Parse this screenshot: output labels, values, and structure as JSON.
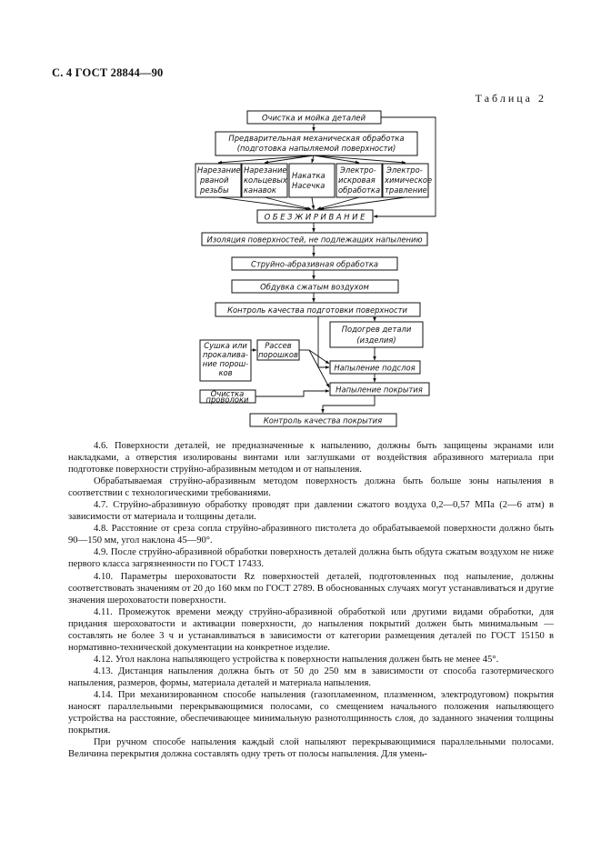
{
  "header": {
    "page_ref": "С. 4 ГОСТ 28844—90",
    "table_label": "Таблица 2"
  },
  "diagram": {
    "cleaning": "Очистка и мойка деталей",
    "premachining": [
      "Предварительная механическая обработка",
      "(подготовка напыляемой поверхности)"
    ],
    "op1": [
      "Нарезание",
      "рваной",
      "резьбы"
    ],
    "op2": [
      "Нарезание",
      "кольцевых",
      "канавок"
    ],
    "op3": [
      "Накатка",
      "Насечка"
    ],
    "op4": [
      "Электро-",
      "искровая",
      "обработка"
    ],
    "op5": [
      "Электро-",
      "химическое",
      "травление"
    ],
    "degreasing": "О Б Е З Ж И Р И В А Н И Е",
    "isolation": "Изоляция поверхностей, не подлежащих напылению",
    "blasting": "Струйно-абразивная обработка",
    "blowing": "Обдувка сжатым воздухом",
    "quality_prep": "Контроль качества подготовки поверхности",
    "preheat": [
      "Подогрев детали",
      "(изделия)"
    ],
    "drying": [
      "Сушка или",
      "прокалива-",
      "ние порош-",
      "ков"
    ],
    "sieving": [
      "Рассев",
      "порошков"
    ],
    "sublayer": "Напыление подслоя",
    "coating": "Напыление покрытия",
    "wire_clean": [
      "Очистка",
      "проволоки"
    ],
    "quality_coat": "Контроль качества покрытия"
  },
  "paragraphs": [
    "4.6. Поверхности деталей, не предназначенные к напылению, должны быть защищены экранами или накладками, а отверстия изолированы винтами или заглушками от воздействия абразивного материала при подготовке поверхности струйно-абразивным методом и от напыления.",
    "Обрабатываемая струйно-абразивным методом поверхность должна быть больше зоны напыления в соответствии с технологическими требованиями.",
    "4.7. Струйно-абразивную обработку проводят при давлении сжатого воздуха 0,2—0,57 МПа (2—6 атм) в зависимости от материала и толщины детали.",
    "4.8. Расстояние от среза сопла струйно-абразивного пистолета до обрабатываемой поверхности должно быть 90—150 мм, угол наклона 45—90°.",
    "4.9. После струйно-абразивной обработки поверхность деталей должна быть обдута сжатым воздухом не ниже первого класса загрязненности по ГОСТ 17433.",
    "4.10. Параметры шероховатости Rz поверхностей деталей, подготовленных под напыление, должны соответствовать значениям от 20 до 160 мкм по ГОСТ 2789. В обоснованных случаях могут устанавливаться и другие значения шероховатости поверхности.",
    "4.11. Промежуток времени между струйно-абразивной обработкой или другими видами обработки, для придания шероховатости и активации поверхности, до напыления покрытий должен быть минимальным — составлять не более 3 ч и устанавливаться в зависимости от категории размещения деталей по ГОСТ 15150 в нормативно-технической документации на конкретное изделие.",
    "4.12. Угол наклона напыляющего устройства к поверхности напыления должен быть не менее 45°.",
    "4.13. Дистанция напыления должна быть от 50 до 250 мм в зависимости от способа газотермического напыления, размеров, формы, материала деталей и материала напыления.",
    "4.14. При механизированном способе напыления (газопламенном, плазменном, электродуговом) покрытия наносят параллельными перекрывающимися полосами, со смещением начального положения напыляющего устройства на расстояние, обеспечивающее минимальную разнотолщинность слоя, до заданного значения толщины покрытия.",
    "При ручном способе напыления каждый слой напыляют перекрывающимися параллельными полосами. Величина перекрытия должна составлять одну треть от полосы напыления. Для умень-"
  ]
}
